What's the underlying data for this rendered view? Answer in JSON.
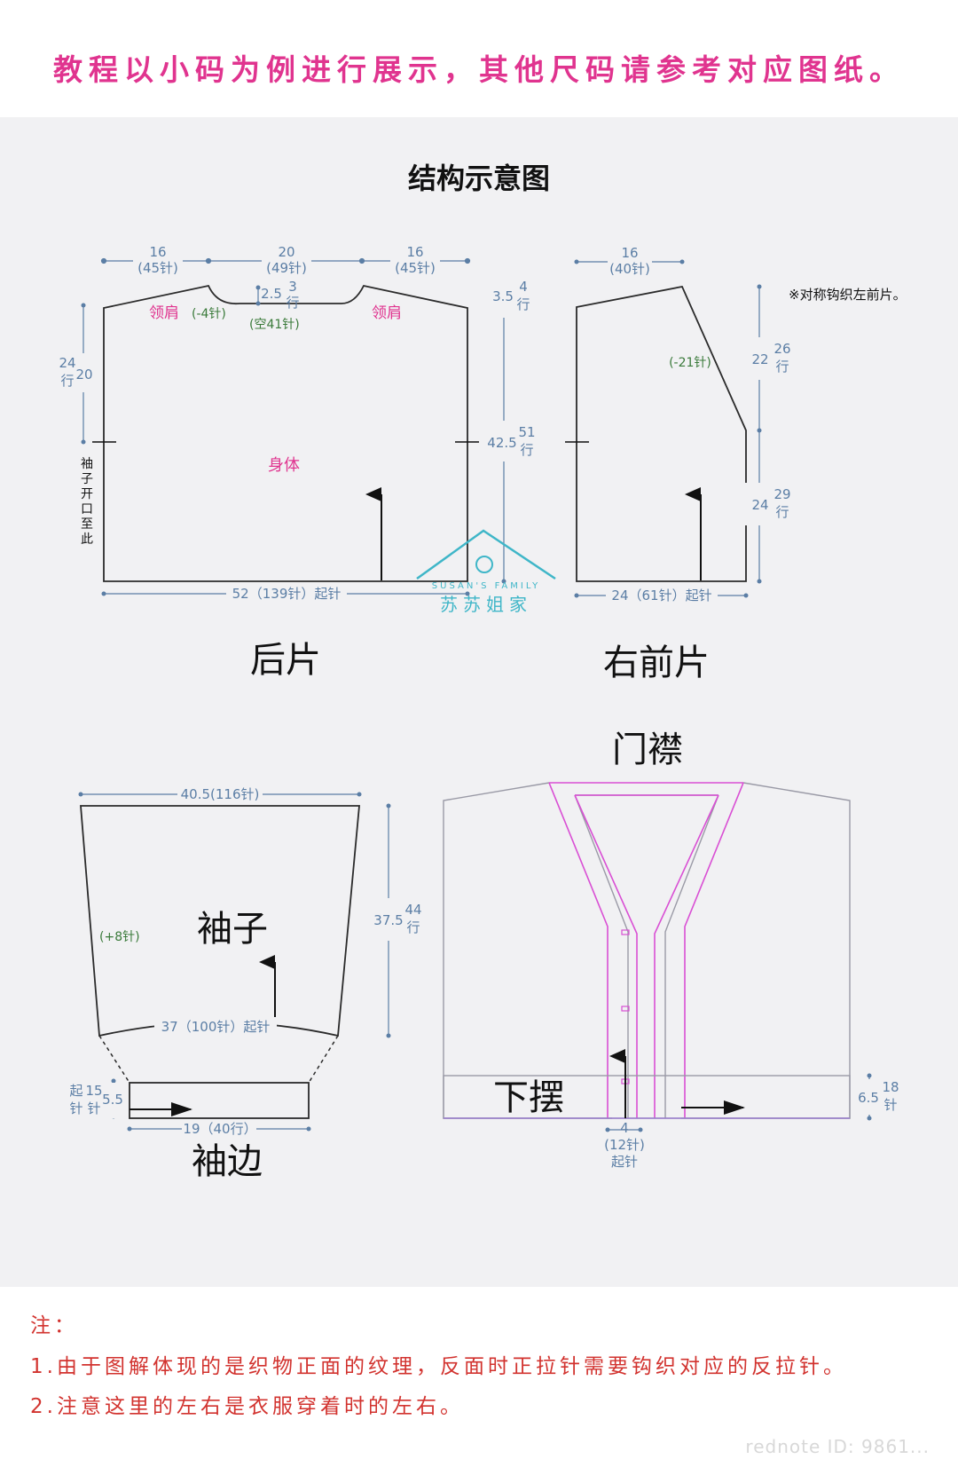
{
  "header": {
    "text": "教程以小码为例进行展示，其他尺码请参考对应图纸。"
  },
  "diagram": {
    "title": "结构示意图",
    "back": {
      "name": "后片",
      "neck_shoulder_left": "领肩",
      "neck_shoulder_right": "领肩",
      "neck_decrease": "(-4针)",
      "neck_skip": "(空41针)",
      "body_label": "身体",
      "sleeve_opening_note": "袖子开口至此",
      "dim_top_left_cm": "16",
      "dim_top_left_st": "(45针)",
      "dim_top_mid_cm": "20",
      "dim_top_mid_st": "(49针)",
      "dim_top_right_cm": "16",
      "dim_top_right_st": "(45针)",
      "dim_neck_depth_cm": "2.5",
      "dim_neck_depth_rows_num": "3",
      "dim_neck_depth_rows_unit": "行",
      "dim_shoulder_cm": "3.5",
      "dim_shoulder_rows_num": "4",
      "dim_shoulder_rows_unit": "行",
      "dim_armhole_cm": "20",
      "dim_armhole_rows_num": "24",
      "dim_armhole_rows_unit": "行",
      "dim_length_cm": "42.5",
      "dim_length_rows_num": "51",
      "dim_length_rows_unit": "行",
      "dim_bottom": "52（139针）起针"
    },
    "front": {
      "name": "右前片",
      "note": "※对称钩织左前片。",
      "neck_decrease": "(-21针)",
      "dim_top_cm": "16",
      "dim_top_st": "(40针)",
      "dim_upper_cm": "22",
      "dim_upper_rows_num": "26",
      "dim_upper_rows_unit": "行",
      "dim_lower_cm": "24",
      "dim_lower_rows_num": "29",
      "dim_lower_rows_unit": "行",
      "dim_bottom": "24（61针）起针"
    },
    "sleeve": {
      "name": "袖子",
      "increase": "(+8针)",
      "dim_top": "40.5(116针)",
      "dim_bottom": "37（100针）起针",
      "dim_length_cm": "37.5",
      "dim_length_rows_num": "44",
      "dim_length_rows_unit": "行"
    },
    "cuff": {
      "name": "袖边",
      "dim_width": "19（40行）",
      "dim_height_cm": "5.5",
      "dim_height_st_num": "15",
      "dim_height_label_a": "起",
      "dim_height_label_b": "针",
      "dim_height_label_c": "针"
    },
    "cardigan": {
      "band_name": "门襟",
      "hem_name": "下摆",
      "dim_band_cm": "4",
      "dim_band_st": "(12针)",
      "dim_band_start": "起针",
      "dim_hem_cm": "6.5",
      "dim_hem_st_num": "18",
      "dim_hem_st_unit": "针"
    },
    "logo": {
      "line1": "SUSAN'S FAMILY",
      "line2": "苏苏姐家"
    },
    "colors": {
      "magenta": "#e0348f",
      "green": "#3a7a3a",
      "dim_blue": "#5b7ea5",
      "band": "#d94fd4",
      "outline": "#2b2b2b",
      "logo": "#3fb6c8"
    }
  },
  "notes": {
    "title": "注：",
    "line1": "1.由于图解体现的是织物正面的纹理，反面时正拉针需要钩织对应的反拉针。",
    "line2": "2.注意这里的左右是衣服穿着时的左右。"
  },
  "watermark": "rednote ID: 9861..."
}
